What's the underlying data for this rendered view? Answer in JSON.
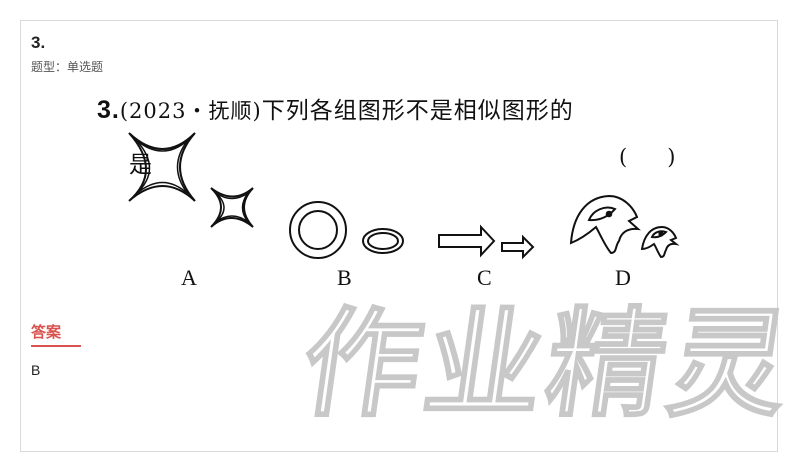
{
  "question": {
    "number": "3.",
    "type_label": "题型：单选题",
    "stem_number": "3.",
    "stem_source": "(2023・抚顺)",
    "stem_text": "下列各组图形不是相似图形的",
    "stem_text_cont": "是",
    "blank": "(      )"
  },
  "options": [
    {
      "label": "A",
      "icon": "concave-square-pair"
    },
    {
      "label": "B",
      "icon": "ring-ellipse-pair"
    },
    {
      "label": "C",
      "icon": "arrow-pair"
    },
    {
      "label": "D",
      "icon": "bird-head-pair"
    }
  ],
  "answer": {
    "label": "答案",
    "value": "B"
  },
  "watermark": "作业精灵",
  "colors": {
    "accent": "#d9534f",
    "border": "#d9d9d9",
    "watermark_stroke": "#c8c8c8"
  }
}
